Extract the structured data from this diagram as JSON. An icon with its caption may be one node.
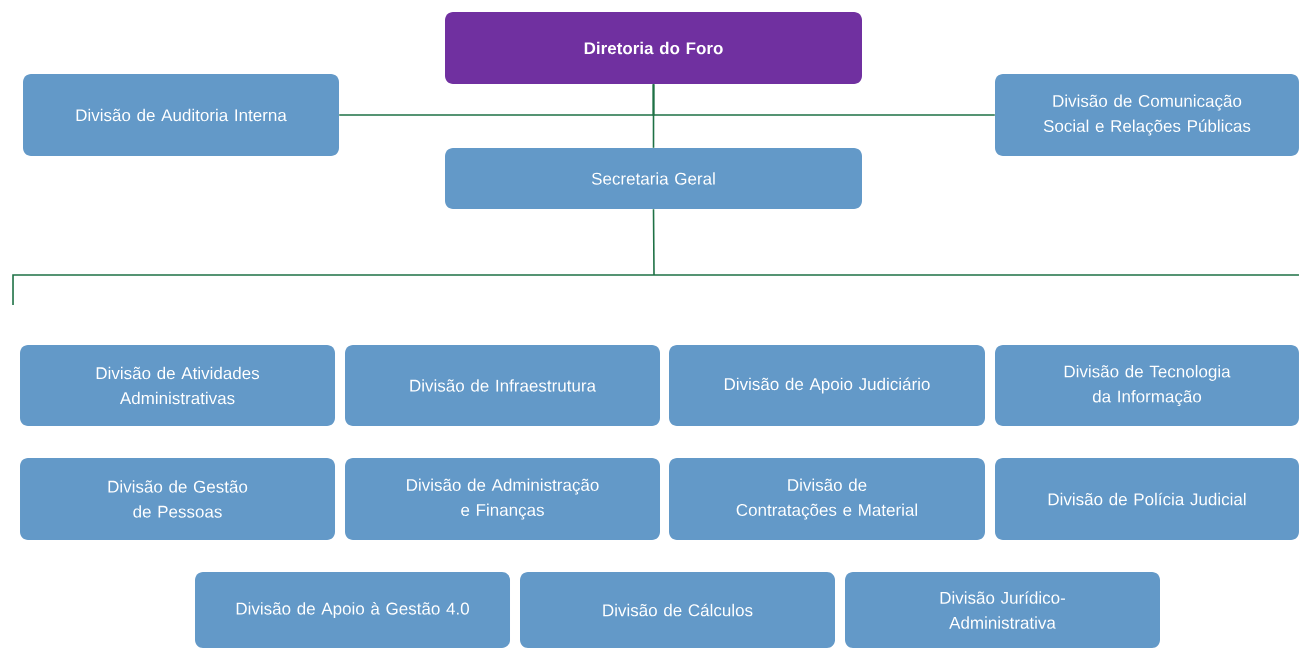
{
  "diagram": {
    "nodes": [
      {
        "text": [
          "Diretoria do Foro"
        ]
      },
      {
        "text": [
          "Divisão de Auditoria Interna"
        ]
      },
      {
        "text": [
          "Divisão de Comunicação Social e Relações Públicas"
        ]
      },
      {
        "text": [
          "Secretaria Geral"
        ]
      },
      {
        "text": [
          "Divisão de Atividades Administrativas"
        ]
      },
      {
        "text": [
          "Divisão de Infraestrutura"
        ]
      },
      {
        "text": [
          "Divisão de Apoio Judiciário"
        ]
      },
      {
        "text": [
          "Divisão de Tecnologia da Informação"
        ]
      },
      {
        "text": [
          "Divisão de Gestão de Pessoas"
        ]
      },
      {
        "text": [
          "Divisão de Administração e Finanças"
        ]
      },
      {
        "text": [
          "Divisão de Contratações e Material"
        ]
      },
      {
        "text": [
          "Divisão de Polícia Judicial"
        ]
      },
      {
        "text": [
          "Divisão de Apoio à Gestão 4.0"
        ]
      },
      {
        "text": [
          "Divisão de Cálculos"
        ]
      },
      {
        "text": [
          "Divisão Jurídico-Administrativa"
        ]
      }
    ],
    "edges": [
      {
        "from": 0,
        "to": 1,
        "arrow": "none"
      },
      {
        "from": 0,
        "to": 2,
        "arrow": "none"
      },
      {
        "from": 0,
        "to": 3,
        "arrow": "none"
      },
      {
        "from": 3,
        "to": null,
        "arrow": "none"
      }
    ]
  }
}
